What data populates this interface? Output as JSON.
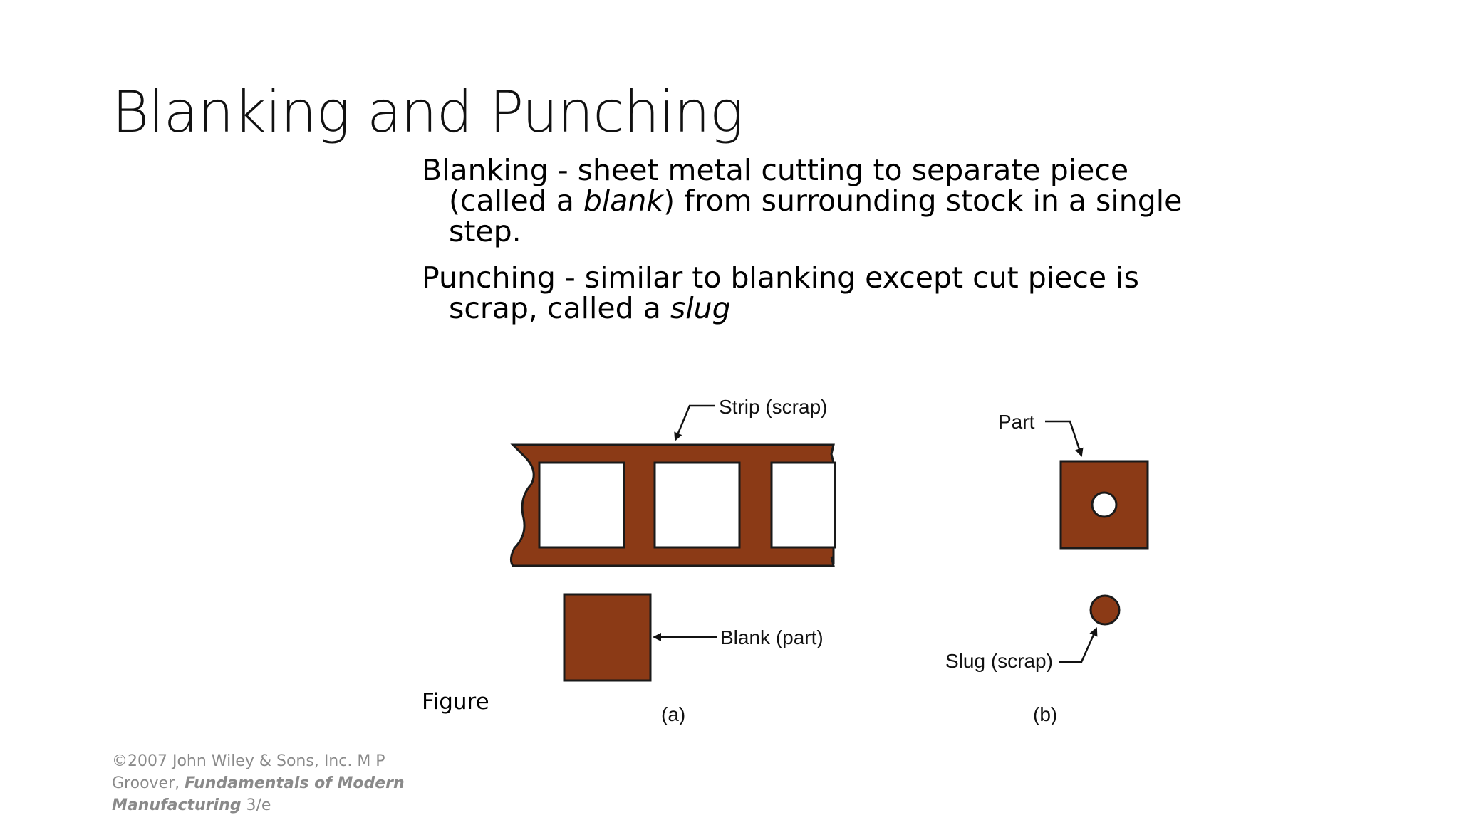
{
  "slide": {
    "title": "Blanking and Punching"
  },
  "bullets": [
    {
      "term": "Blanking",
      "text_before": " - sheet metal cutting to separate piece (called a ",
      "emphasis": "blank",
      "text_after": ") from surrounding stock in a single step."
    },
    {
      "term": "Punching",
      "text_before": " - similar to blanking except cut piece is scrap, called a ",
      "emphasis": "slug",
      "text_after": ""
    }
  ],
  "figure": {
    "caption": "Figure",
    "panel_a": {
      "strip_label": "Strip (scrap)",
      "blank_label": "Blank (part)",
      "panel_label": "(a)"
    },
    "panel_b": {
      "part_label": "Part",
      "slug_label": "Slug (scrap)",
      "panel_label": "(b)"
    },
    "material_color": "#8b3a16",
    "outline_color": "#1a1a1a"
  },
  "footer": {
    "copyright": "©2007 John Wiley & Sons, Inc.  M P Groover, ",
    "book_title": "Fundamentals of Modern Manufacturing",
    "edition": " 3/e"
  }
}
